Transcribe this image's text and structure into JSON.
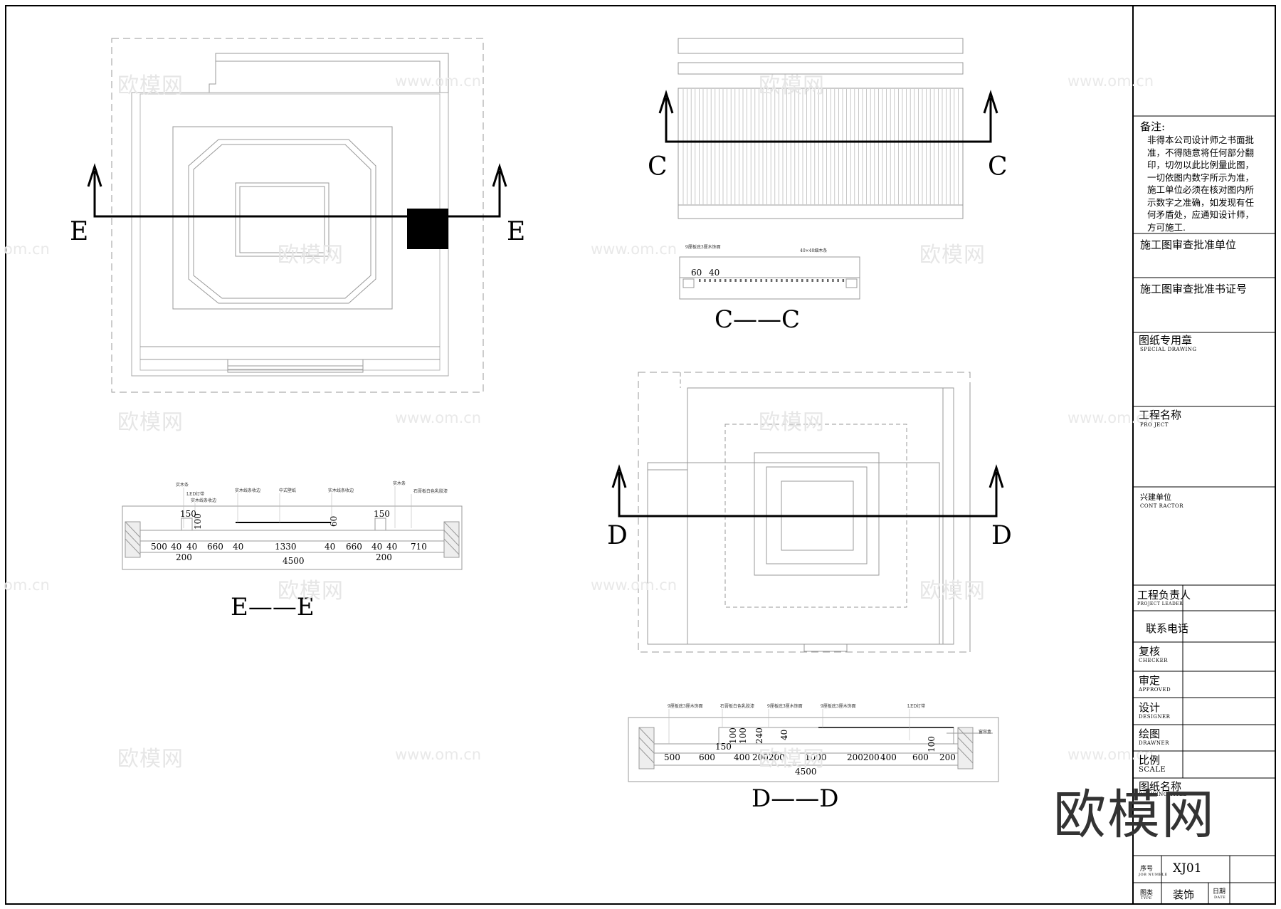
{
  "watermarks": {
    "logo": "欧模网",
    "url": "www.om.cn",
    "url_partial": "om.cn"
  },
  "plan_e": {
    "section_left": "E",
    "section_right": "E"
  },
  "plan_c": {
    "section_left": "C",
    "section_right": "C"
  },
  "plan_d": {
    "section_left": "D",
    "section_right": "D"
  },
  "section_c": {
    "title": "C——C",
    "labels": [
      "9厘板底3厘木饰面",
      "40×40细木条"
    ],
    "dims": [
      "60",
      "40"
    ]
  },
  "section_e": {
    "title": "E——E",
    "labels": [
      "实木条",
      "LED灯带",
      "实木线条收边",
      "实木线条收边",
      "中式壁纸",
      "实木线条收边",
      "实木条",
      "石膏板白色乳胶漆"
    ],
    "vertical_dims": [
      "150",
      "100",
      "60",
      "150"
    ],
    "dims_row1": [
      "500",
      "40",
      "40",
      "660",
      "40",
      "1330",
      "40",
      "660",
      "40",
      "40",
      "710"
    ],
    "dims_row2": [
      "200",
      "4500",
      "200"
    ]
  },
  "section_d": {
    "title": "D——D",
    "labels": [
      "9厘板底3厘木饰面",
      "石膏板白色乳胶漆",
      "9厘板底3厘木饰面",
      "9厘板底3厘木饰面",
      "LED灯带",
      "窗帘盒"
    ],
    "vertical_dims": [
      "150",
      "100",
      "100",
      "240",
      "40",
      "100"
    ],
    "dims_row1": [
      "500",
      "600",
      "400",
      "200200",
      "1000",
      "200200",
      "400",
      "600",
      "200"
    ],
    "dims_row2": [
      "4500"
    ]
  },
  "title_block": {
    "notes_title": "备注:",
    "notes_body": "非得本公司设计师之书面批准，不得随意将任何部分翻印，切勿以此比例量此图，一切依图内数字所示为准，施工单位必须在核对图内所示数字之准确，如发现有任何矛盾处，应通知设计师，方可施工.",
    "approval_unit": "施工图审查批准单位",
    "approval_cert": "施工图审查批准书证号",
    "special_drawing_cn": "图纸专用章",
    "special_drawing_en": "SPECIAL DRAWING",
    "project_cn": "工程名称",
    "project_en": "PRO JECT",
    "contractor_cn": "兴建单位",
    "contractor_en": "CONT RACTOR",
    "leader_cn": "工程负责人",
    "leader_en": "PROJECT LEADER",
    "phone_cn": "联系电话",
    "checker_cn": "复核",
    "checker_en": "CHECKER",
    "approved_cn": "审定",
    "approved_en": "APPROVED",
    "designer_cn": "设计",
    "designer_en": "DESIGNER",
    "drawer_cn": "绘图",
    "drawer_en": "DRAWNER",
    "scale_cn": "比例",
    "scale_en": "SCALE",
    "drawing_title_cn": "图纸名称",
    "drawing_title_en": "DRAWING TITLE",
    "serial_cn": "序号",
    "serial_en": "JOB NUMBLE",
    "serial_value": "XJ01",
    "type_cn": "图类",
    "type_en": "TYPE",
    "type_value": "装饰",
    "date_cn": "日期",
    "date_en": "DATE"
  },
  "brand": "欧模网"
}
